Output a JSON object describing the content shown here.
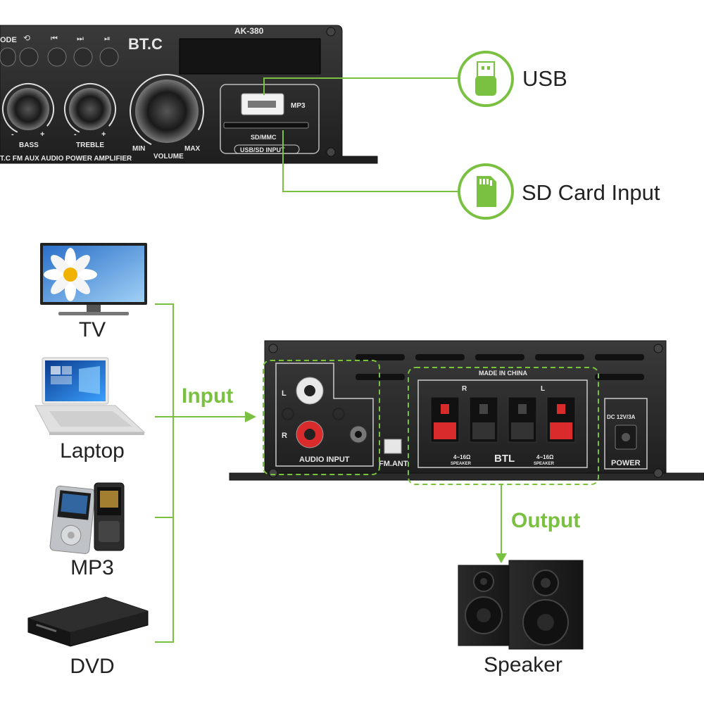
{
  "front_panel": {
    "mode_label": "ODE",
    "brand": "BT.C",
    "model": "AK-380",
    "bass_label": "BASS",
    "treble_label": "TREBLE",
    "volume_label": "VOLUME",
    "volume_min": "MIN",
    "volume_max": "MAX",
    "minus": "-",
    "plus": "+",
    "mp3_label": "MP3",
    "sd_label": "SD/MMC",
    "usb_sd_label": "USB/SD INPUT",
    "subtitle": "T.C FM AUX AUDIO POWER AMPLIFIER"
  },
  "callouts": {
    "usb": "USB",
    "sd": "SD Card Input"
  },
  "sources": [
    {
      "label": "TV"
    },
    {
      "label": "Laptop"
    },
    {
      "label": "MP3"
    },
    {
      "label": "DVD"
    }
  ],
  "flow": {
    "input": "Input",
    "output": "Output"
  },
  "rear_panel": {
    "made_in": "MADE IN CHINA",
    "ch_left": "L",
    "ch_right": "R",
    "audio_input": "AUDIO INPUT",
    "fm_ant": "FM.ANT",
    "impedance": "4~16Ω",
    "speaker_small": "SPEAKER",
    "btl": "BTL",
    "dc_label": "DC 12V/3A",
    "power": "POWER"
  },
  "output_device": {
    "label": "Speaker"
  },
  "colors": {
    "accent_green": "#7ac142",
    "panel_dark": "#2b2b2b",
    "speaker_red": "#d92b2b"
  }
}
